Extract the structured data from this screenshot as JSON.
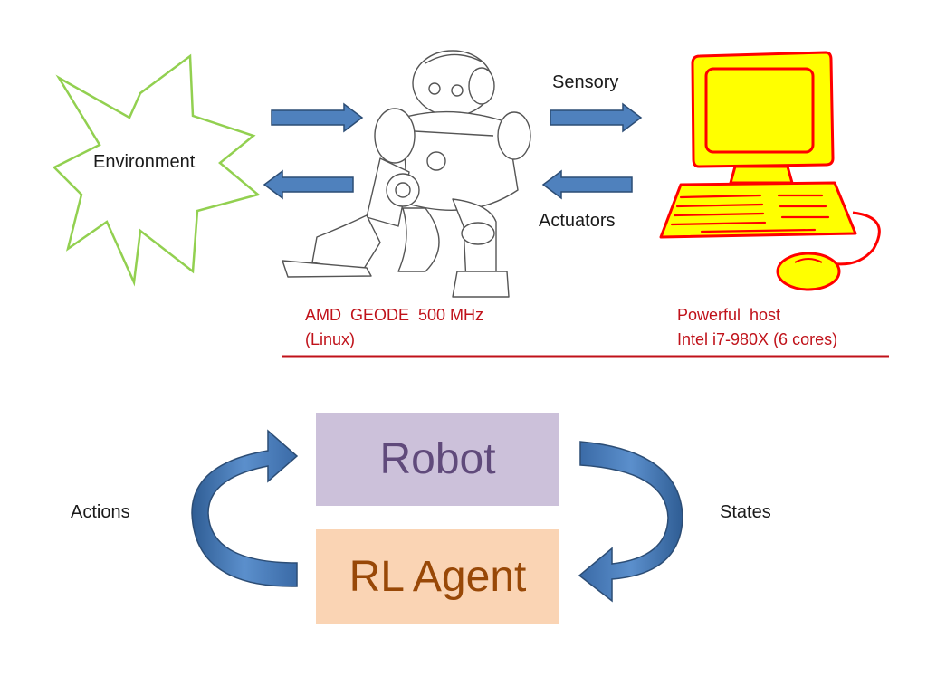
{
  "top_diagram": {
    "environment_label": "Environment",
    "sensory_label": "Sensory",
    "actuators_label": "Actuators",
    "robot_spec": {
      "line1": "AMD  GEODE  500 MHz",
      "line2": "(Linux)"
    },
    "host_spec": {
      "line1": "Powerful  host",
      "line2": "Intel i7-980X (6 cores)"
    }
  },
  "bottom_diagram": {
    "robot_box_label": "Robot",
    "agent_box_label": "RL Agent",
    "actions_label": "Actions",
    "states_label": "States"
  },
  "colors": {
    "arrow_blue": "#4f81bd",
    "arrow_border": "#2c4d75",
    "star_green": "#92d050",
    "divider_red": "#c0121a",
    "robot_box_fill": "#ccc1da",
    "robot_box_text": "#604a7b",
    "agent_box_fill": "#fad4b4",
    "agent_box_text": "#984807",
    "computer_fill": "#ffff00",
    "computer_outline": "#ff0000"
  },
  "icons": {
    "environment": "starburst-icon",
    "robot": "humanoid-robot-icon",
    "computer": "desktop-computer-icon"
  }
}
